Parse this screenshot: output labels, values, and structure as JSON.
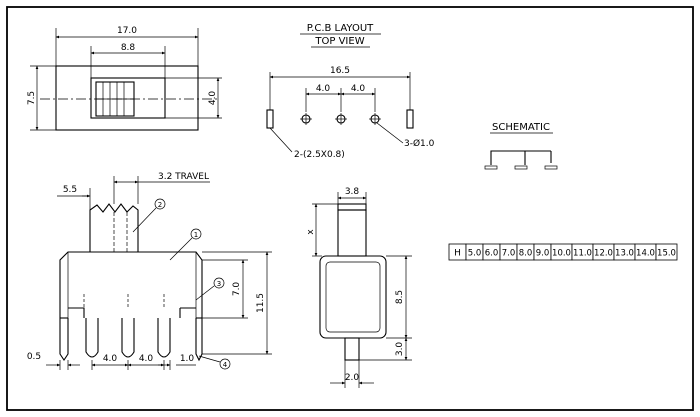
{
  "front_view": {
    "width_dim": "17.0",
    "slot_dim": "8.8",
    "height_dim": "7.5",
    "inner_height_dim": "4.0"
  },
  "pcb_layout": {
    "title_line1": "P.C.B LAYOUT",
    "title_line2": "TOP VIEW",
    "overall_dim": "16.5",
    "pitch_left": "4.0",
    "pitch_right": "4.0",
    "slot_note": "2-(2.5X0.8)",
    "hole_note": "3-Ø1.0"
  },
  "schematic": {
    "title": "SCHEMATIC"
  },
  "side_view": {
    "dim_5_5": "5.5",
    "travel_label": "3.2  TRAVEL",
    "callout_1": "1",
    "callout_2": "2",
    "callout_3": "3",
    "callout_4": "4",
    "dim_7_0": "7.0",
    "dim_11_5": "11.5",
    "dim_0_5": "0.5",
    "pitch_1": "4.0",
    "pitch_2": "4.0",
    "dim_1_0": "1.0"
  },
  "end_view": {
    "top_width": "3.8",
    "x_label": "x",
    "dim_8_5": "8.5",
    "dim_3_0": "3.0",
    "dim_2_0": "2.0"
  },
  "h_table": {
    "header": "H",
    "values": [
      "5.0",
      "6.0",
      "7.0",
      "8.0",
      "9.0",
      "10.0",
      "11.0",
      "12.0",
      "13.0",
      "14.0",
      "15.0"
    ]
  }
}
